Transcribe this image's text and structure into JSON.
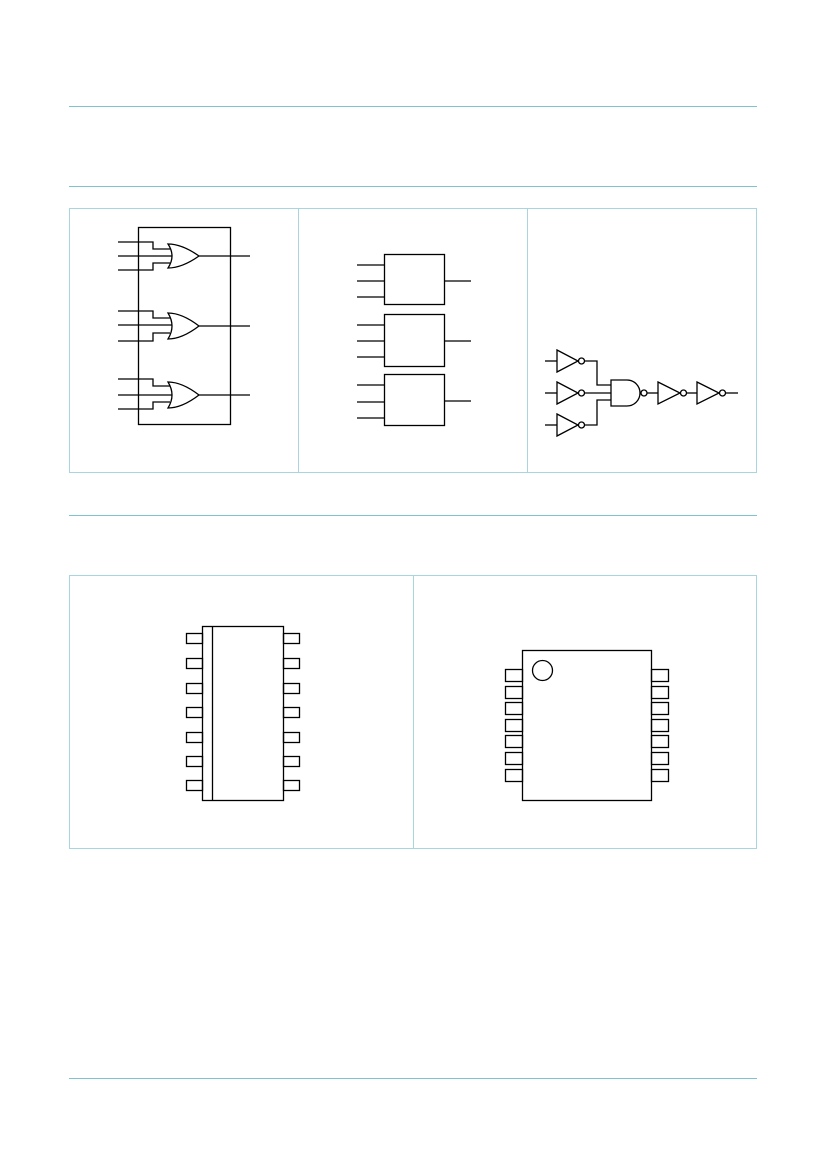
{
  "page": {
    "rule_color": "#7fc3cf",
    "panel_border_color": "#a9d6de"
  },
  "figures": {
    "logic_symbol": {
      "kind": "triple 3-input OR gate symbol",
      "gates": 3
    },
    "iec_symbol": {
      "kind": "IEC logic symbol",
      "blocks": 3
    },
    "logic_diagram": {
      "kind": "logic diagram (one gate)",
      "elements": [
        "inverter",
        "inverter",
        "inverter",
        "nand",
        "inverter",
        "inverter"
      ]
    },
    "so14_pinout": {
      "kind": "SO14 package outline",
      "pins_per_side": 7
    },
    "dhvqfn14_pinout": {
      "kind": "DHVQFN14 package outline",
      "pins_per_side": 7
    }
  }
}
